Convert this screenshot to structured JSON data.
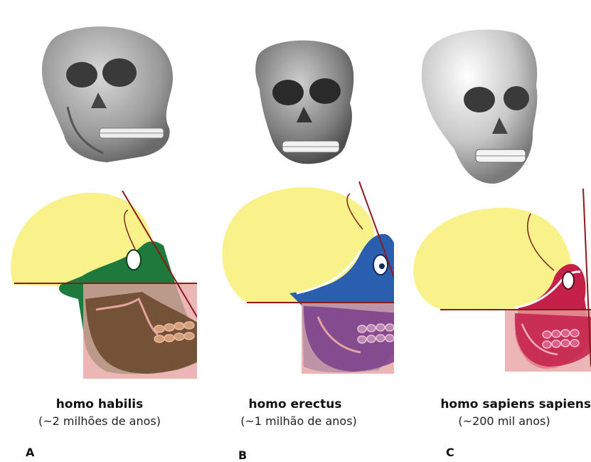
{
  "species": [
    {
      "letter": "A",
      "name": "homo habilis",
      "age": "(~2 milhões de anos)"
    },
    {
      "letter": "B",
      "name": "homo erectus",
      "age": "(~1 milhão de anos)"
    },
    {
      "letter": "C",
      "name": "homo sapiens sapiens",
      "age": "(~200 mil anos)"
    }
  ],
  "colors": {
    "braincase": "#f9f18a",
    "jaw_box": "#e8a2a2",
    "angle_line": "#8b1a1a",
    "habilis_face": "#1e7a3c",
    "erectus_face": "#2a5fb0",
    "sapiens_face": "#c4204a"
  }
}
